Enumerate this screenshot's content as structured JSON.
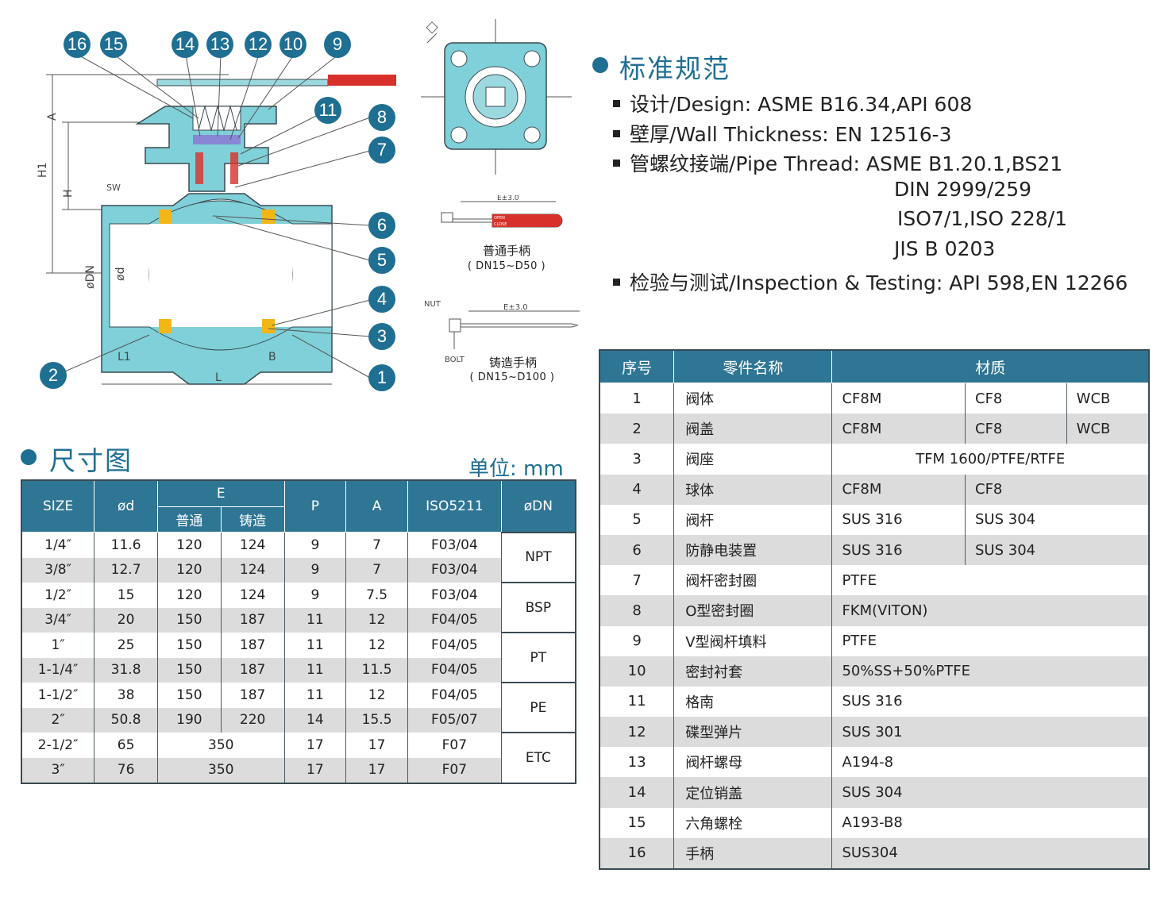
{
  "diagram": {
    "callouts": [
      "16",
      "15",
      "14",
      "13",
      "12",
      "10",
      "9",
      "11",
      "8",
      "7",
      "6",
      "5",
      "4",
      "3",
      "1",
      "2"
    ],
    "dimension_labels": {
      "a": "A",
      "h1": "H1",
      "h": "H",
      "sw": "SW",
      "odn": "øDN",
      "od": "ød",
      "l1": "L1",
      "b": "B",
      "l": "L"
    },
    "top_view_label": "□",
    "handle1": {
      "dim": "E±3.0",
      "open": "OPEN",
      "close": "CLOSE",
      "name": "普通手柄",
      "range": "( DN15~D50 )"
    },
    "handle2": {
      "nut": "NUT",
      "dim": "E±3.0",
      "bolt": "BOLT",
      "name": "铸造手柄",
      "range": "( DN15~D100 )"
    },
    "colors": {
      "body": "#7fd0d8",
      "outline": "#3a4a52",
      "seat": "#f2b617",
      "handle": "#d8312b",
      "callout": "#1f6f93"
    }
  },
  "standards": {
    "title": "标准规范",
    "lines": [
      "设计/Design:  ASME B16.34,API 608",
      "壁厚/Wall Thickness:  EN 12516-3",
      "管螺纹接端/Pipe Thread:  ASME B1.20.1,BS21"
    ],
    "thread_extra": [
      "DIN 2999/259",
      "ISO7/1,ISO 228/1",
      "JIS B 0203"
    ],
    "inspection": "检验与测试/Inspection & Testing:  API 598,EN 12266"
  },
  "dimensions": {
    "title": "尺寸图",
    "unit": "单位:  mm",
    "headers": {
      "size": "SIZE",
      "od": "ød",
      "e": "E",
      "e_normal": "普通",
      "e_cast": "铸造",
      "p": "P",
      "a": "A",
      "iso": "ISO5211",
      "odn": "øDN"
    },
    "rows": [
      {
        "size": "1/4″",
        "od": "11.6",
        "e1": "120",
        "e2": "124",
        "p": "9",
        "a": "7",
        "iso": "F03/04"
      },
      {
        "size": "3/8″",
        "od": "12.7",
        "e1": "120",
        "e2": "124",
        "p": "9",
        "a": "7",
        "iso": "F03/04"
      },
      {
        "size": "1/2″",
        "od": "15",
        "e1": "120",
        "e2": "124",
        "p": "9",
        "a": "7.5",
        "iso": "F03/04"
      },
      {
        "size": "3/4″",
        "od": "20",
        "e1": "150",
        "e2": "187",
        "p": "11",
        "a": "12",
        "iso": "F04/05"
      },
      {
        "size": "1″",
        "od": "25",
        "e1": "150",
        "e2": "187",
        "p": "11",
        "a": "12",
        "iso": "F04/05"
      },
      {
        "size": "1-1/4″",
        "od": "31.8",
        "e1": "150",
        "e2": "187",
        "p": "11",
        "a": "11.5",
        "iso": "F04/05"
      },
      {
        "size": "1-1/2″",
        "od": "38",
        "e1": "150",
        "e2": "187",
        "p": "11",
        "a": "12",
        "iso": "F04/05"
      },
      {
        "size": "2″",
        "od": "50.8",
        "e1": "190",
        "e2": "220",
        "p": "14",
        "a": "15.5",
        "iso": "F05/07"
      },
      {
        "size": "2-1/2″",
        "od": "65",
        "e": "350",
        "p": "17",
        "a": "17",
        "iso": "F07"
      },
      {
        "size": "3″",
        "od": "76",
        "e": "350",
        "p": "17",
        "a": "17",
        "iso": "F07"
      }
    ],
    "connections": [
      "NPT",
      "BSP",
      "PT",
      "PE",
      "ETC"
    ]
  },
  "materials": {
    "headers": {
      "no": "序号",
      "name": "零件名称",
      "material": "材质"
    },
    "rows": [
      {
        "no": "1",
        "name": "阀体",
        "m": [
          "CF8M",
          "CF8",
          "WCB"
        ]
      },
      {
        "no": "2",
        "name": "阀盖",
        "m": [
          "CF8M",
          "CF8",
          "WCB"
        ]
      },
      {
        "no": "3",
        "name": "阀座",
        "span": "TFM 1600/PTFE/RTFE"
      },
      {
        "no": "4",
        "name": "球体",
        "m": [
          "CF8M",
          "CF8"
        ]
      },
      {
        "no": "5",
        "name": "阀杆",
        "m": [
          "SUS 316",
          "SUS 304"
        ]
      },
      {
        "no": "6",
        "name": "防静电装置",
        "m": [
          "SUS 316",
          "SUS 304"
        ]
      },
      {
        "no": "7",
        "name": "阀杆密封圈",
        "one": "PTFE"
      },
      {
        "no": "8",
        "name": "O型密封圈",
        "one": "FKM(VITON)"
      },
      {
        "no": "9",
        "name": "V型阀杆填料",
        "one": "PTFE"
      },
      {
        "no": "10",
        "name": "密封衬套",
        "one": "50%SS+50%PTFE"
      },
      {
        "no": "11",
        "name": "格南",
        "one": "SUS 316"
      },
      {
        "no": "12",
        "name": "碟型弹片",
        "one": "SUS 301"
      },
      {
        "no": "13",
        "name": "阀杆螺母",
        "one": "A194-8"
      },
      {
        "no": "14",
        "name": "定位销盖",
        "one": "SUS 304"
      },
      {
        "no": "15",
        "name": "六角螺栓",
        "one": "A193-B8"
      },
      {
        "no": "16",
        "name": "手柄",
        "one": "SUS304"
      }
    ]
  }
}
